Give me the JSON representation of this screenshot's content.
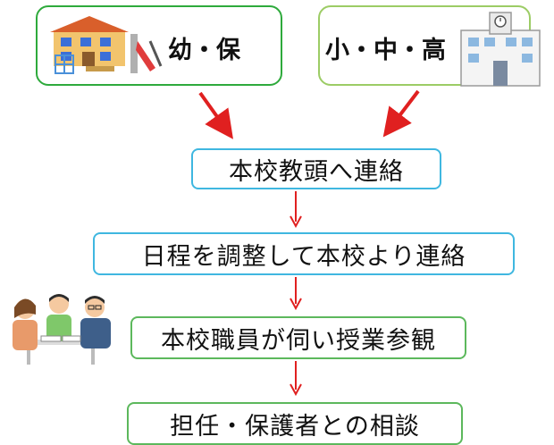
{
  "source_cards": [
    {
      "label": "幼・保"
    },
    {
      "label": "小・中・高"
    }
  ],
  "steps": [
    {
      "label": "本校教頭へ連絡"
    },
    {
      "label": "日程を調整して本校より連絡"
    },
    {
      "label": "本校職員が伺い授業参観"
    },
    {
      "label": "担任・保護者との相談"
    }
  ],
  "colors": {
    "card_left_border": "#2eaa3c",
    "card_right_border": "#9ccc65",
    "box_blue_border": "#3fb7e0",
    "box_green_border": "#5cb85c",
    "arrow_red": "#e02020"
  },
  "icons": [
    "kindergarten-building-icon",
    "school-building-icon",
    "meeting-people-illustration"
  ]
}
